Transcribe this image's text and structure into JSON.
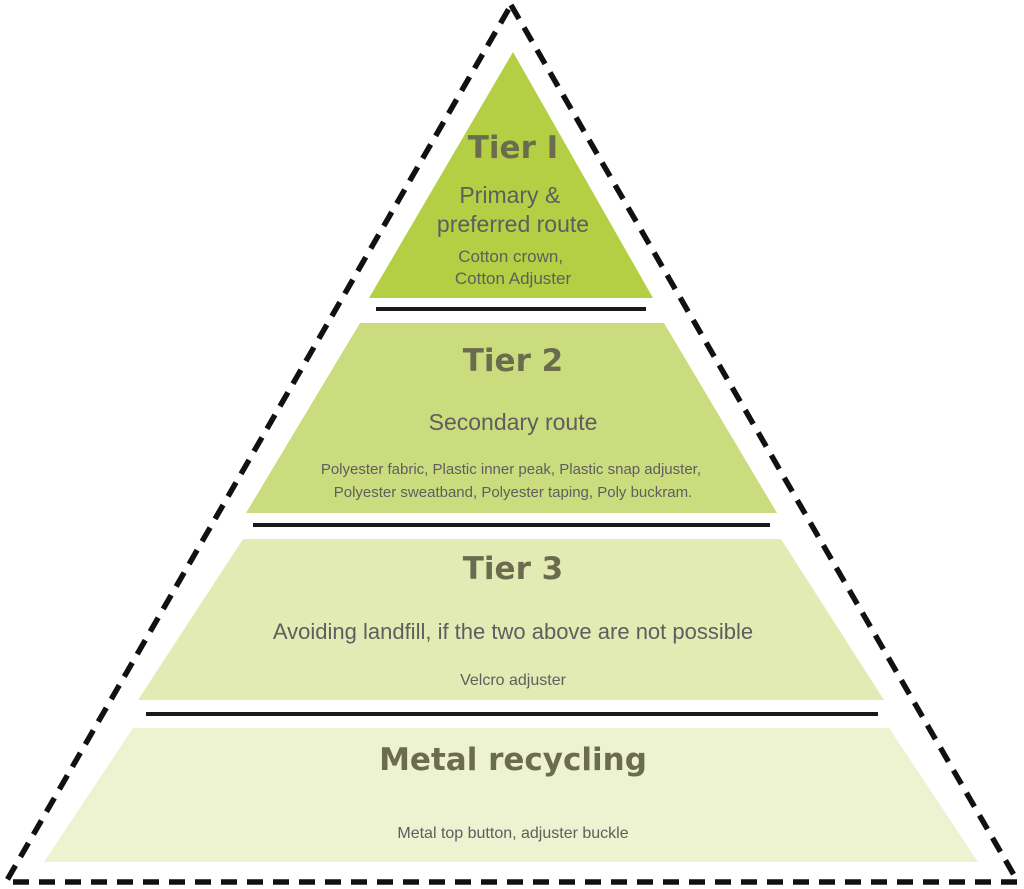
{
  "tiers": [
    {
      "title": "Tier I",
      "subtitle_lines": [
        "Primary &",
        "preferred route"
      ],
      "items_lines": [
        "Cotton crown,",
        "Cotton Adjuster"
      ],
      "fill": "#b5cf45"
    },
    {
      "title": "Tier 2",
      "subtitle_lines": [
        "Secondary route"
      ],
      "items_lines": [
        "Polyester fabric, Plastic inner peak, Plastic snap adjuster,",
        "Polyester sweatband, Polyester taping, Poly buckram."
      ],
      "fill": "#cbdc7f"
    },
    {
      "title": "Tier 3",
      "subtitle_lines": [
        "Avoiding landfill, if the two above are not possible"
      ],
      "items_lines": [
        "Velcro adjuster"
      ],
      "fill": "#e2ebb3"
    },
    {
      "title": "Metal recycling",
      "subtitle_lines": [],
      "items_lines": [
        "Metal top button, adjuster buckle"
      ],
      "fill": "#edf2d0"
    }
  ],
  "colors": {
    "title_text": "#6b6b4f",
    "body_text": "#5e5e5e",
    "outline": "#111111",
    "separator": "#1a1a1a"
  }
}
